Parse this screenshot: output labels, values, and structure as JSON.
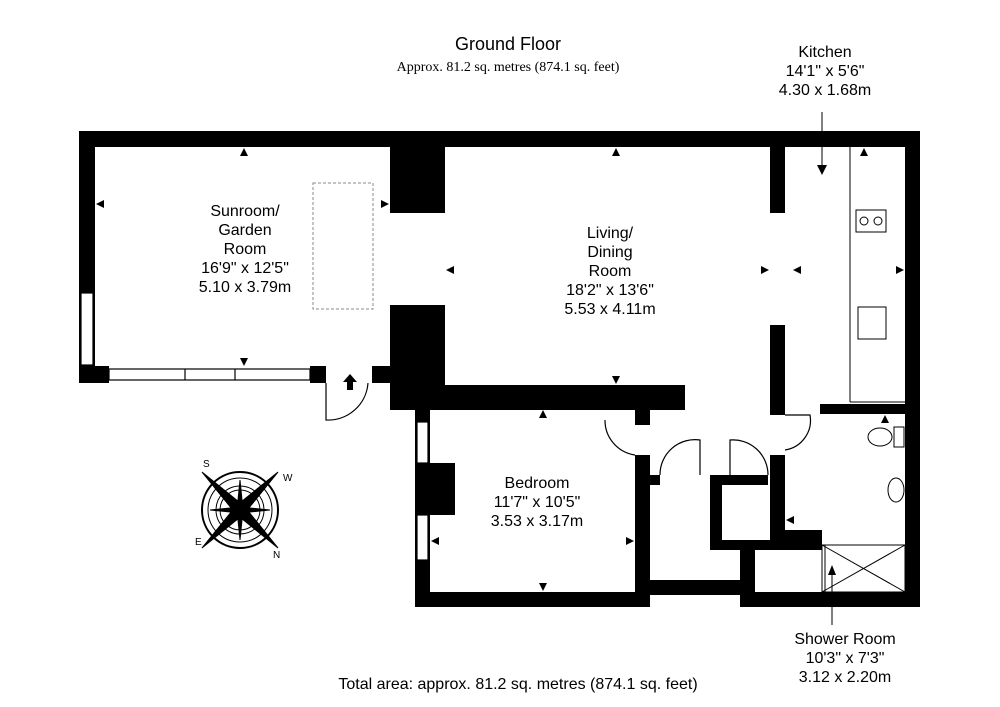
{
  "header": {
    "title": "Ground Floor",
    "subtitle": "Approx. 81.2 sq. metres (874.1 sq. feet)"
  },
  "rooms": [
    {
      "name_line1": "Sunroom/",
      "name_line2": "Garden",
      "name_line3": "Room",
      "imperial": "16'9\" x 12'5\"",
      "metric": "5.10 x 3.79m"
    },
    {
      "name_line1": "Living/",
      "name_line2": "Dining",
      "name_line3": "Room",
      "imperial": "18'2\" x 13'6\"",
      "metric": "5.53 x 4.11m"
    },
    {
      "name_line1": "Kitchen",
      "imperial": "14'1\" x 5'6\"",
      "metric": "4.30 x 1.68m"
    },
    {
      "name_line1": "Bedroom",
      "imperial": "11'7\" x 10'5\"",
      "metric": "3.53 x 3.17m"
    },
    {
      "name_line1": "Shower Room",
      "imperial": "10'3\" x 7'3\"",
      "metric": "3.12 x 2.20m"
    }
  ],
  "compass": {
    "labels": [
      "S",
      "W",
      "N",
      "E"
    ]
  },
  "footer": {
    "total": "Total area: approx. 81.2 sq. metres (874.1 sq. feet)"
  }
}
